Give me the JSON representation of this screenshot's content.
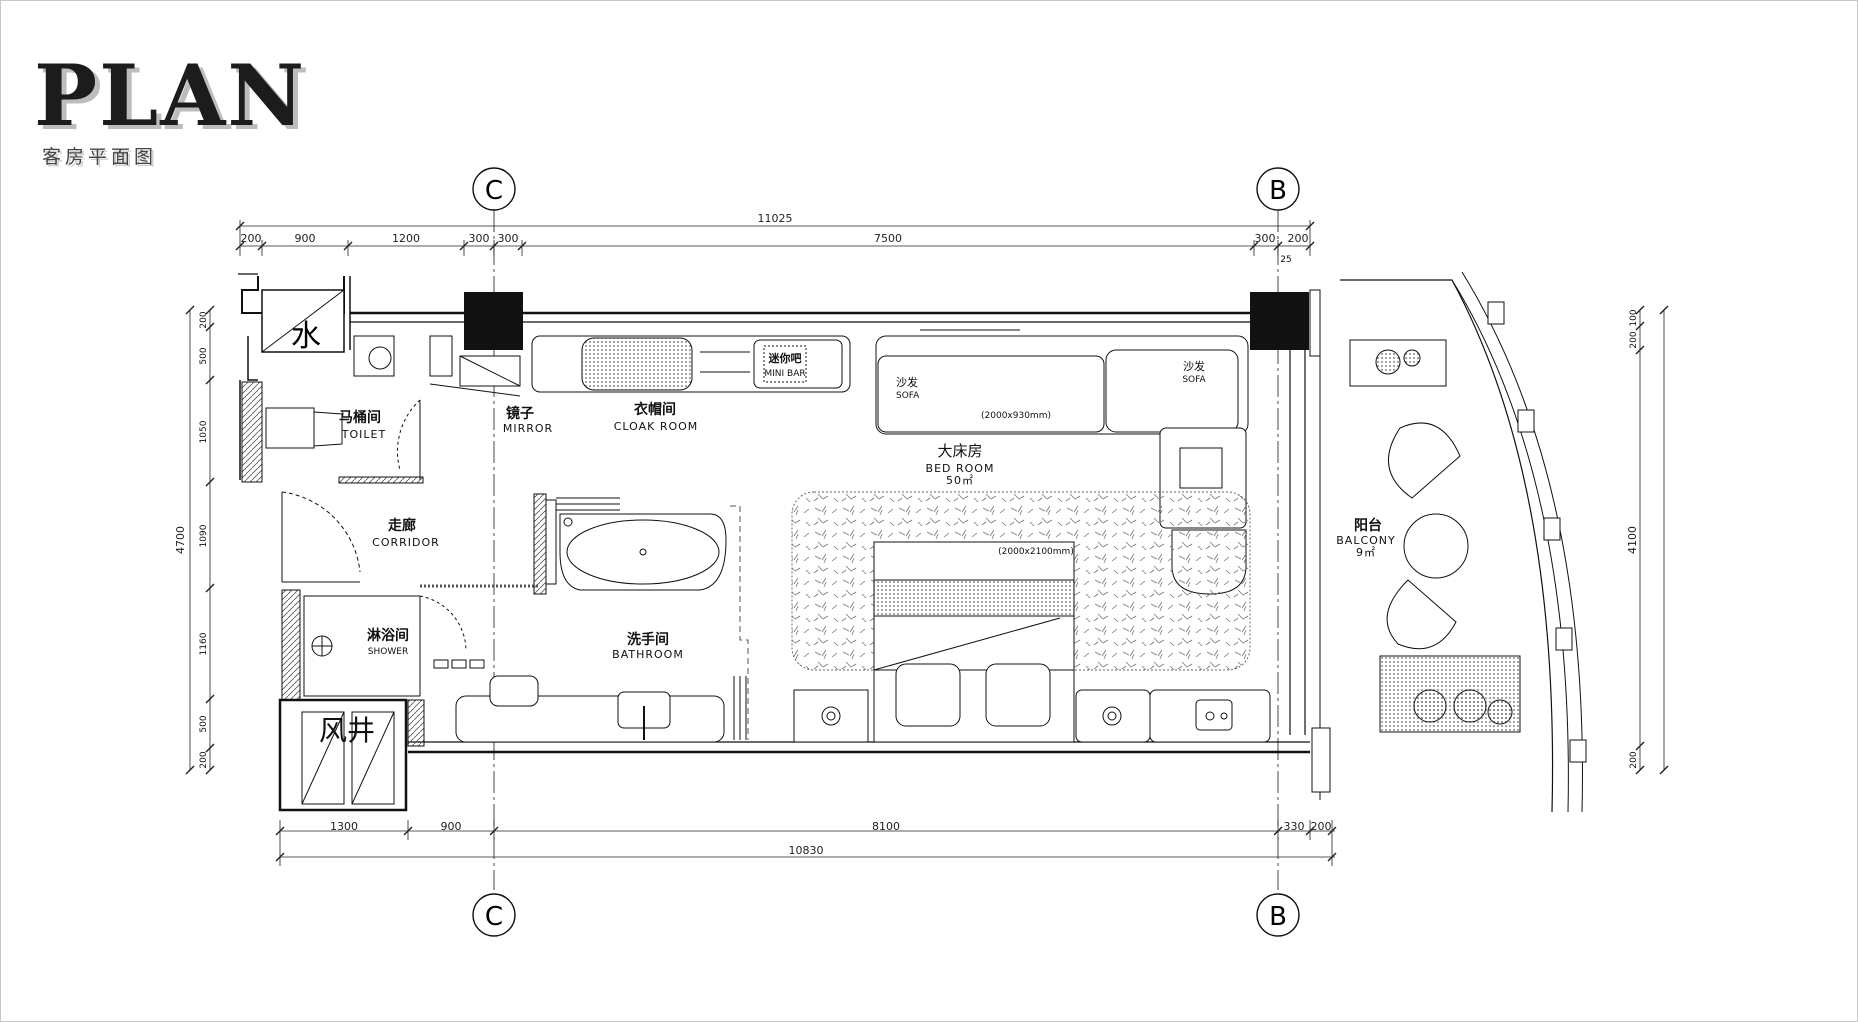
{
  "title": "PLAN",
  "subtitle": "客房平面图",
  "axes": {
    "left": "C",
    "right": "B"
  },
  "dimensions": {
    "top_total": "11025",
    "top": [
      "200",
      "900",
      "1200",
      "300",
      "300",
      "7500",
      "300",
      "200"
    ],
    "top_small": "25",
    "bottom": [
      "1300",
      "900",
      "8100",
      "330",
      "200"
    ],
    "bottom_total": "10830",
    "left_total": "4700",
    "left": [
      "200",
      "500",
      "1050",
      "1090",
      "1160",
      "500",
      "200"
    ],
    "right_total": "4100",
    "right": [
      "100",
      "200",
      "200"
    ]
  },
  "rooms": {
    "water": "水",
    "shaft": "风井",
    "toilet_cn": "马桶间",
    "toilet_en": "TOILET",
    "mirror_cn": "镜子",
    "mirror_en": "MIRROR",
    "cloak_cn": "衣帽间",
    "cloak_en": "CLOAK ROOM",
    "minibar_cn": "迷你吧",
    "minibar_en": "MINI BAR",
    "corridor_cn": "走廊",
    "corridor_en": "CORRIDOR",
    "shower_cn": "淋浴间",
    "shower_en": "SHOWER",
    "bathroom_cn": "洗手间",
    "bathroom_en": "BATHROOM",
    "bedroom_cn": "大床房",
    "bedroom_en": "BED ROOM",
    "bedroom_area": "50㎡",
    "sofa1_cn": "沙发",
    "sofa1_en": "SOFA",
    "sofa2_cn": "沙发",
    "sofa2_en": "SOFA",
    "sofa_size": "(2000x930mm)",
    "bed_size": "(2000x2100mm)",
    "balcony_cn": "阳台",
    "balcony_en": "BALCONY",
    "balcony_area": "9㎡"
  }
}
